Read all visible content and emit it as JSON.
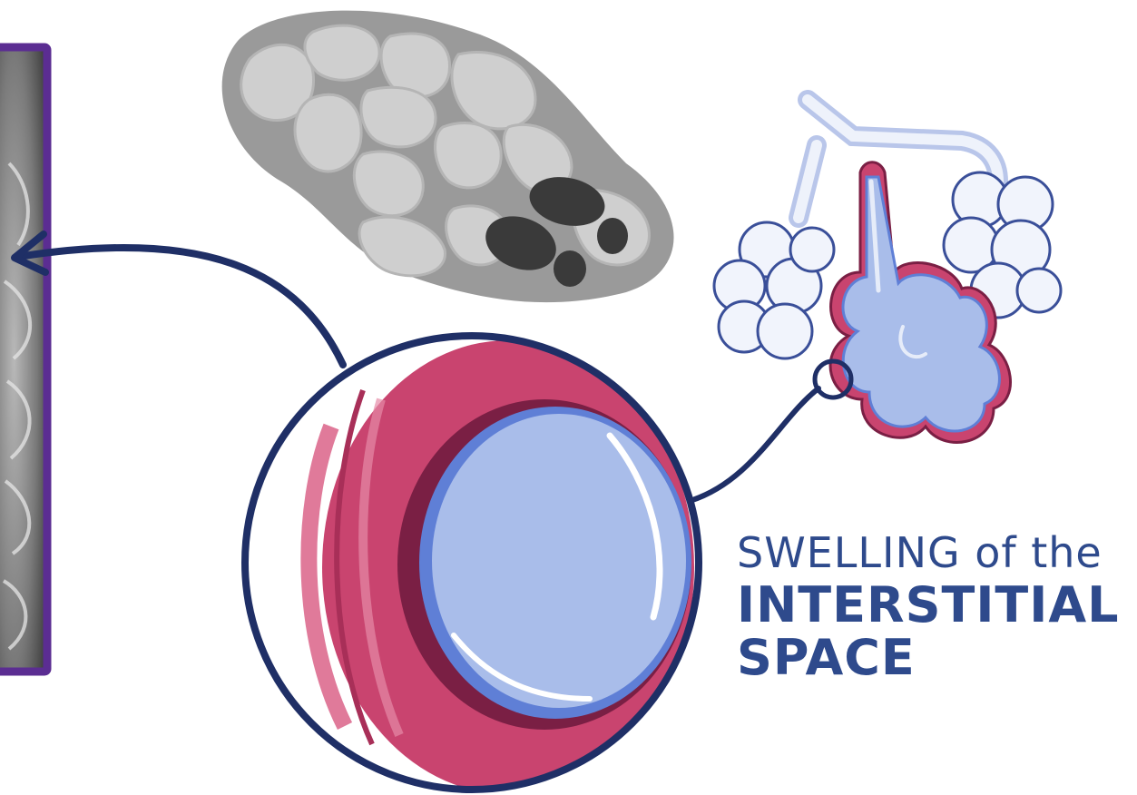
{
  "caption": {
    "line1": "SWELLING of the",
    "line2": "INTERSTITIAL",
    "line3": "SPACE"
  },
  "colors": {
    "navy": "#1f2f66",
    "frame_purple": "#5b2d92",
    "alveolus_blue": "#a9bdea",
    "alveolus_blue_dark": "#5f7fd6",
    "vessel_pink": "#c9446f",
    "vessel_pink_light": "#e07a9a",
    "cobblestone_light": "#cfcfcf",
    "cobblestone_dark": "#9a9a9a",
    "footprint": "#3a3a3a",
    "caption_blue": "#2e4a8c"
  }
}
